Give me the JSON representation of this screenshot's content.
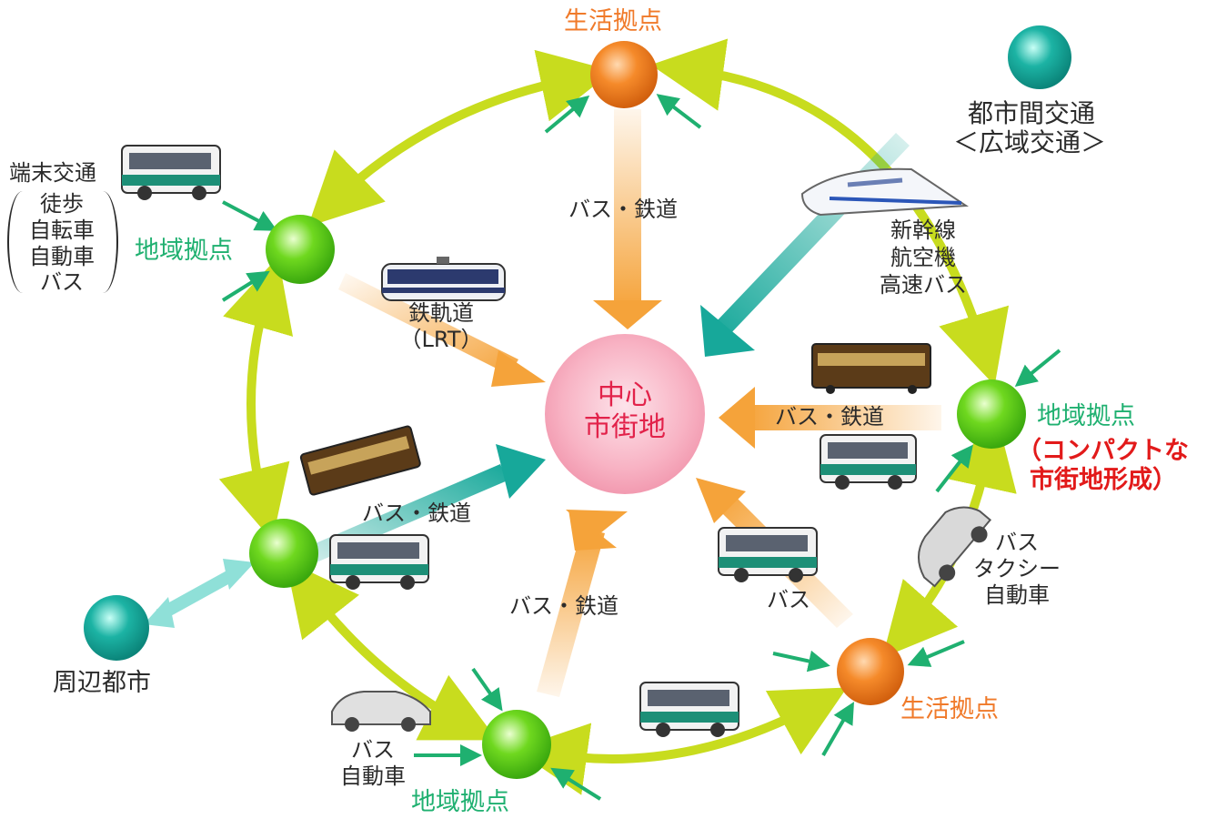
{
  "center": {
    "line1": "中心",
    "line2": "市街地"
  },
  "nodes": {
    "life_top": "生活拠点",
    "life_bottom": "生活拠点",
    "region_left": "地域拠点",
    "region_bottom": "地域拠点",
    "region_right": "地域拠点",
    "region_right_note1": "（コンパクトな",
    "region_right_note2": "市街地形成）",
    "peripheral_city": "周辺都市"
  },
  "intercity": {
    "line1": "都市間交通",
    "line2": "＜広域交通＞",
    "modes": [
      "新幹線",
      "航空機",
      "高速バス"
    ]
  },
  "terminal": {
    "title": "端末交通",
    "modes": [
      "徒歩",
      "自転車",
      "自動車",
      "バス"
    ]
  },
  "links": {
    "top": "バス・鉄道",
    "lrt_line1": "鉄軌道",
    "lrt_line2": "（LRT）",
    "right": "バス・鉄道",
    "left": "バス・鉄道",
    "bottom": "バス・鉄道",
    "bus": "バス",
    "right_modes": [
      "バス",
      "タクシー",
      "自動車"
    ],
    "bottom_left_modes": [
      "バス",
      "自動車"
    ]
  },
  "colors": {
    "ring_arrow": "#c8dc1e",
    "radial_arrow": "#f5a33a",
    "teal_arrow": "#17a89a",
    "life_node": "#f07a1a",
    "region_node": "#66d11e",
    "city_node": "#16a89a",
    "center": "#f7a8bb"
  }
}
